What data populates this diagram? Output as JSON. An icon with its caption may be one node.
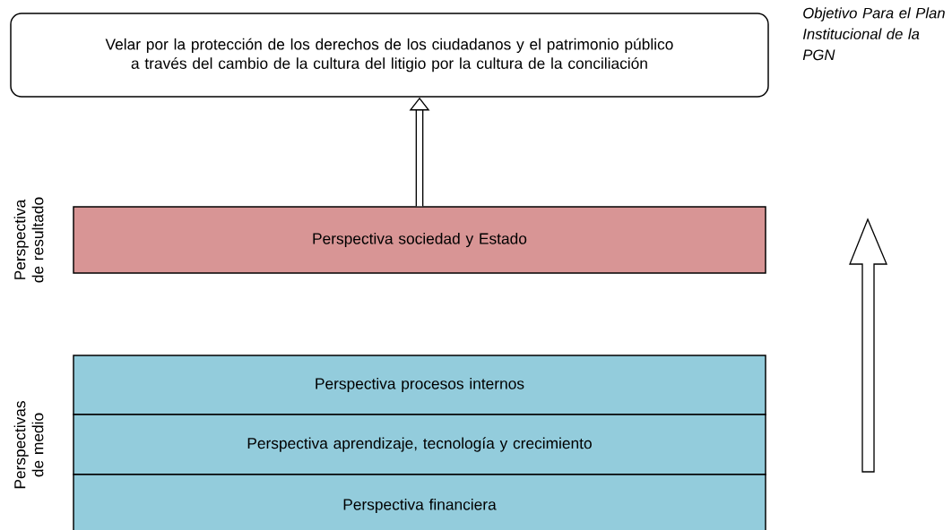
{
  "diagram": {
    "nodes": [
      {
        "text": [
          "Velar por la protección de los derechos de los ciudadanos y el patrimonio público a través del cambio de la cultura del litigio por la cultura de la conciliación"
        ]
      },
      {
        "text": [
          "Perspectiva sociedad y Estado"
        ]
      },
      {
        "text": [
          "Perspectiva procesos internos"
        ]
      },
      {
        "text": [
          "Perspectiva aprendizaje, tecnología y crecimiento"
        ]
      },
      {
        "text": [
          "Perspectiva financiera"
        ]
      }
    ],
    "edges": [
      {
        "from": 1,
        "to": 0,
        "arrow": "to"
      }
    ],
    "labels": [
      "Objetivo Para el Plan Institucional de la PGN",
      "Perspectiva de resultado",
      "Perspectivas de medio"
    ]
  }
}
